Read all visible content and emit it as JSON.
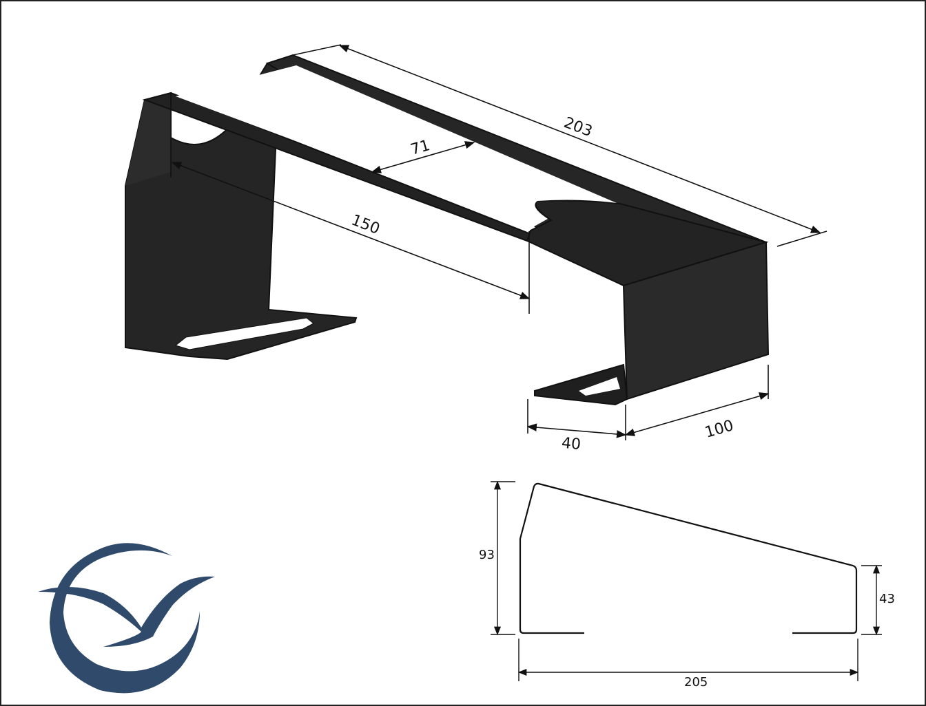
{
  "drawing": {
    "iso_dimensions": {
      "length_top": "203",
      "slot_width": "71",
      "slot_length": "150",
      "foot_depth": "40",
      "foot_width": "100"
    },
    "profile_dimensions": {
      "height_left": "93",
      "height_right": "43",
      "width_bottom": "205"
    }
  },
  "colors": {
    "part": "#222222",
    "part_shadow": "#1a1a1a",
    "line": "#111111",
    "logo": "#2f4a6b"
  }
}
